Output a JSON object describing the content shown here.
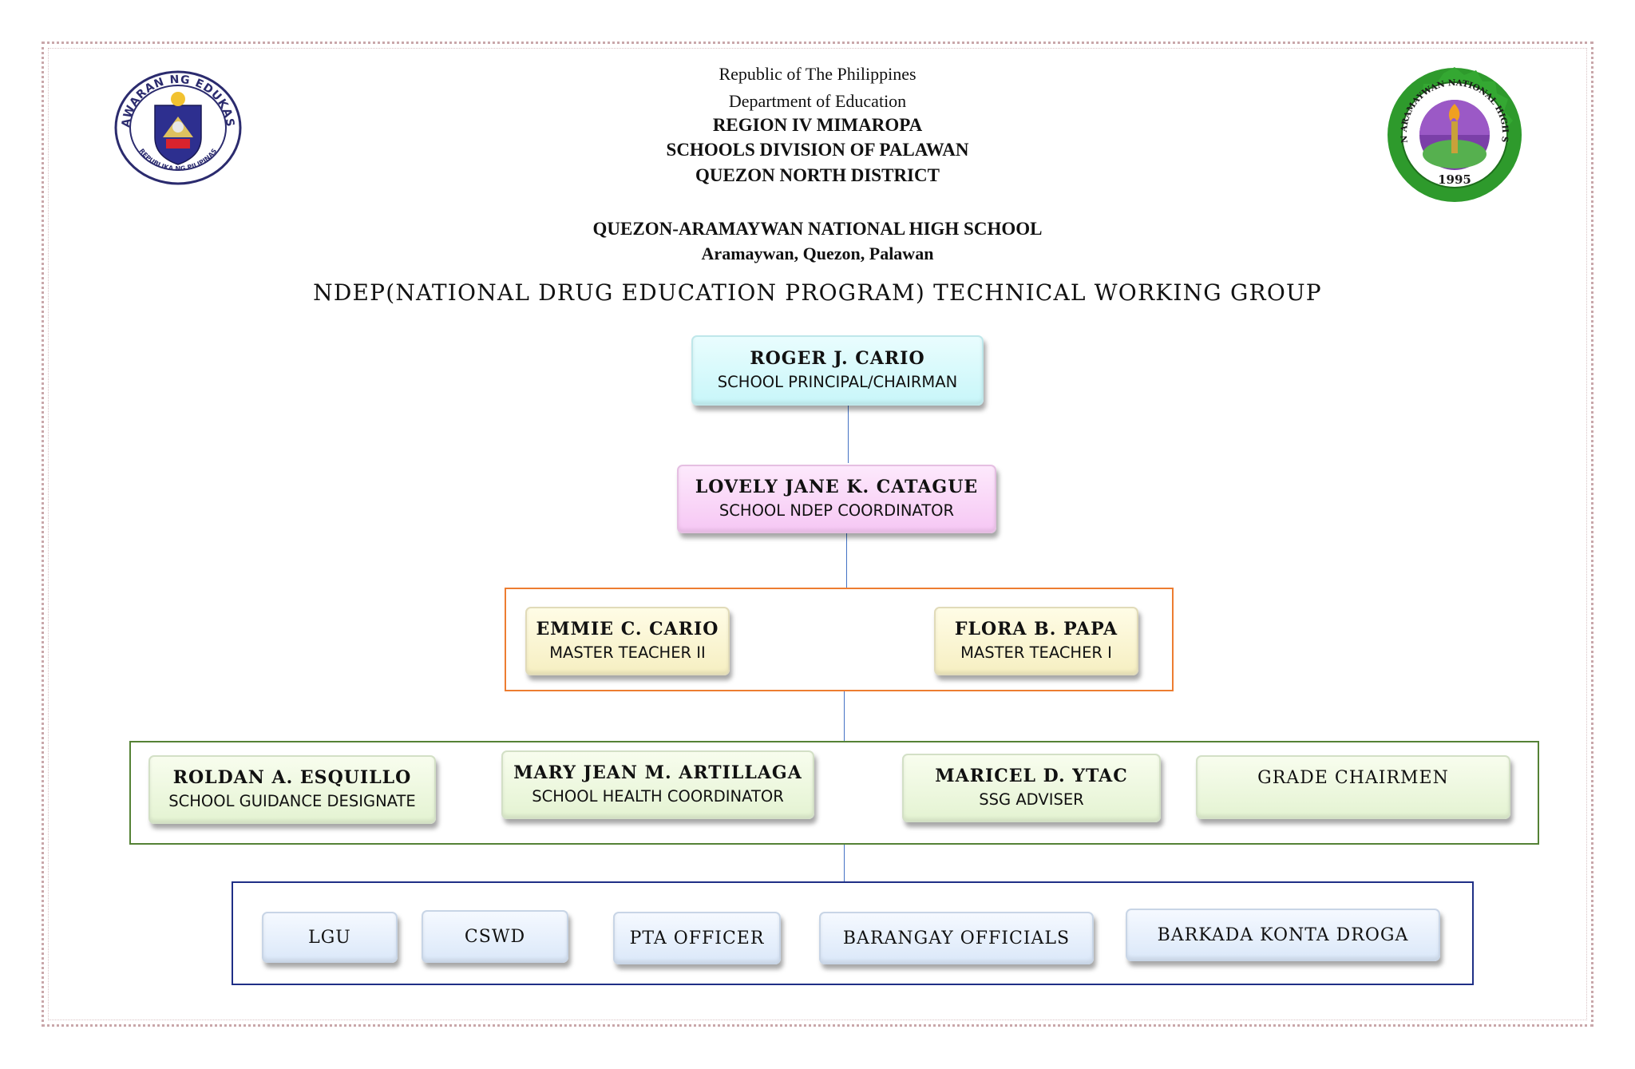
{
  "header": {
    "line1": "Republic of The Philippines",
    "line2": "Department of Education",
    "line3": "REGION IV MIMAROPA",
    "line4": "SCHOOLS DIVISION OF PALAWAN",
    "line5": "QUEZON NORTH DISTRICT",
    "school": "QUEZON-ARAMAYWAN NATIONAL HIGH SCHOOL",
    "address": "Aramaywan, Quezon, Palawan",
    "title": "NDEP(NATIONAL DRUG EDUCATION PROGRAM) TECHNICAL WORKING GROUP"
  },
  "logos": {
    "deped_ring_top": "KAGAWARAN NG EDUKASYON",
    "deped_ring_bottom": "REPUBLIKA NG PILIPINAS",
    "school_ring": "QUEZON ARAMAYWAN NATIONAL HIGH SCHOOL",
    "school_year": "1995"
  },
  "chart": {
    "chairman": {
      "name": "ROGER J. CARIO",
      "role": "SCHOOL PRINCIPAL/CHAIRMAN"
    },
    "coordinator": {
      "name": "LOVELY JANE K. CATAGUE",
      "role": "SCHOOL NDEP COORDINATOR"
    },
    "master_teachers": [
      {
        "name": "EMMIE C. CARIO",
        "role": "MASTER TEACHER II"
      },
      {
        "name": "FLORA B. PAPA",
        "role": "MASTER TEACHER I"
      }
    ],
    "staff": [
      {
        "name": "ROLDAN A. ESQUILLO",
        "role": "SCHOOL GUIDANCE DESIGNATE"
      },
      {
        "name": "MARY JEAN M. ARTILLAGA",
        "role": "SCHOOL HEALTH COORDINATOR"
      },
      {
        "name": "MARICEL D. YTAC",
        "role": "SSG ADVISER"
      },
      {
        "label": "GRADE CHAIRMEN"
      }
    ],
    "partners": [
      {
        "label": "LGU"
      },
      {
        "label": "CSWD"
      },
      {
        "label": "PTA OFFICER"
      },
      {
        "label": "BARANGAY OFFICIALS"
      },
      {
        "label": "BARKADA KONTA DROGA"
      }
    ]
  },
  "colors": {
    "chairman_fill": "#c8f6f9",
    "coordinator_fill": "#f6c7f4",
    "master_teacher_fill": "#f6efc2",
    "staff_fill": "#e4f3d2",
    "partner_fill": "#dbe8f9",
    "orange_group_border": "#ed7d31",
    "green_group_border": "#548235",
    "navy_group_border": "#1f2f86",
    "connector": "#4472c4"
  }
}
